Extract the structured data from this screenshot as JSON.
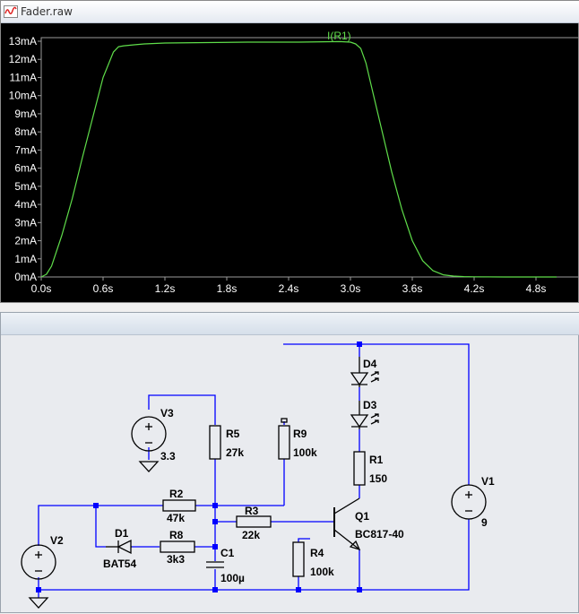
{
  "window1": {
    "title": "Fader.raw"
  },
  "chart_data": {
    "type": "line",
    "title": "",
    "series": [
      {
        "name": "I(R1)",
        "color": "#5fdd4a",
        "x": [
          0.0,
          0.05,
          0.1,
          0.2,
          0.3,
          0.4,
          0.5,
          0.6,
          0.7,
          0.75,
          0.8,
          0.9,
          1.0,
          1.2,
          1.5,
          2.0,
          2.5,
          2.9,
          3.0,
          3.05,
          3.1,
          3.15,
          3.2,
          3.3,
          3.4,
          3.5,
          3.6,
          3.7,
          3.8,
          3.9,
          4.0,
          4.1,
          4.2,
          4.5,
          5.0
        ],
        "y": [
          0.0,
          0.15,
          0.6,
          2.3,
          4.3,
          6.6,
          8.8,
          11.0,
          12.4,
          12.7,
          12.75,
          12.8,
          12.85,
          12.9,
          12.92,
          12.95,
          12.95,
          12.98,
          12.95,
          12.85,
          12.6,
          11.8,
          10.6,
          8.2,
          5.8,
          3.7,
          2.0,
          0.9,
          0.35,
          0.12,
          0.05,
          0.02,
          0.01,
          0.0,
          0.0
        ]
      }
    ],
    "xlim": [
      0,
      5.0
    ],
    "ylim": [
      0,
      13
    ],
    "xticks": [
      "0.0s",
      "0.6s",
      "1.2s",
      "1.8s",
      "2.4s",
      "3.0s",
      "3.6s",
      "4.2s",
      "4.8s"
    ],
    "xtick_values": [
      0,
      0.6,
      1.2,
      1.8,
      2.4,
      3.0,
      3.6,
      4.2,
      4.8
    ],
    "yticks": [
      "0mA",
      "1mA",
      "2mA",
      "3mA",
      "4mA",
      "5mA",
      "6mA",
      "7mA",
      "8mA",
      "9mA",
      "10mA",
      "11mA",
      "12mA",
      "13mA"
    ],
    "ytick_values": [
      0,
      1,
      2,
      3,
      4,
      5,
      6,
      7,
      8,
      9,
      10,
      11,
      12,
      13
    ],
    "grid": false,
    "colors": {
      "background": "#000000",
      "axis": "#9a9a9a",
      "text": "#ffffff"
    }
  },
  "schematic": {
    "colors": {
      "wire": "#0000ff",
      "component": "#000000",
      "junction": "#0000ff"
    },
    "labels": {
      "V1": "V1",
      "V1_val": "9",
      "V2": "V2",
      "V3": "V3",
      "V3_val": "3.3",
      "R1": "R1",
      "R1_val": "150",
      "R2": "R2",
      "R2_val": "47k",
      "R3": "R3",
      "R3_val": "22k",
      "R4": "R4",
      "R4_val": "100k",
      "R5": "R5",
      "R5_val": "27k",
      "R8": "R8",
      "R8_val": "3k3",
      "R9": "R9",
      "R9_val": "100k",
      "C1": "C1",
      "C1_val": "100µ",
      "D1": "D1",
      "D1_val": "BAT54",
      "D3": "D3",
      "D4": "D4",
      "Q1": "Q1",
      "Q1_val": "BC817-40"
    }
  }
}
